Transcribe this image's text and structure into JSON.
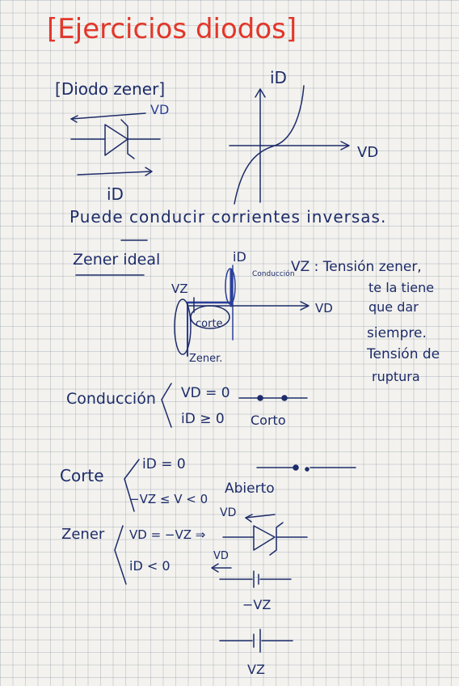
{
  "title": "Ejercicios diodos",
  "diodo_zener": {
    "heading": "Diodo zener",
    "vd_label": "VD",
    "id_label": "iD"
  },
  "iv_curve": {
    "y_label": "iD",
    "x_label": "VD"
  },
  "note_inverse": "Puede conducir corrientes inversas.",
  "zener_ideal": {
    "heading": "Zener ideal",
    "id_label": "iD",
    "vd_label": "VD",
    "vz_label": "VZ",
    "conduccion": "Conducción",
    "corte": "corte",
    "zener": "Zener.",
    "vz_def": [
      "VZ : Tensión zener,",
      "te la tiene",
      "que dar",
      "siempre.",
      "Tensión de",
      "ruptura"
    ]
  },
  "conduccion": {
    "label": "Conducción",
    "cond1": "VD = 0",
    "cond2": "iD ≥ 0",
    "model": "Corto"
  },
  "corte": {
    "label": "Corte",
    "cond1": "iD = 0",
    "cond2": "−VZ ≤ V < 0",
    "model": "Abierto"
  },
  "zener": {
    "label": "Zener",
    "cond1": "VD = −VZ ⇒",
    "cond2": "iD < 0",
    "vd_label": "VD",
    "vd_label2": "VD",
    "neg_vz": "−VZ",
    "vz": "VZ"
  },
  "colors": {
    "title": "#e2362a",
    "ink": "#1d2c6a",
    "blue_ink": "#2a3f9a"
  }
}
